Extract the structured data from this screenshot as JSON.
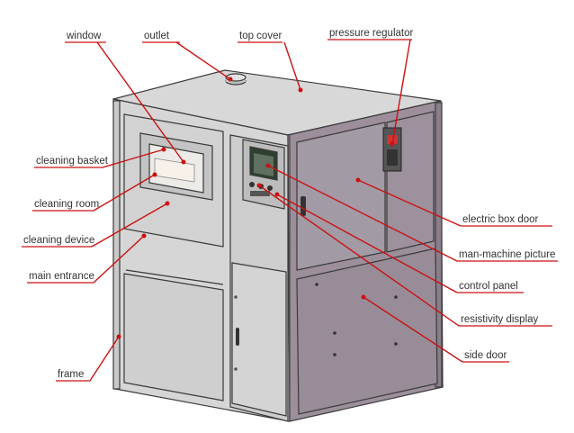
{
  "labels": {
    "window": "window",
    "outlet": "outlet",
    "top_cover": "top cover",
    "pressure_regulator": "pressure regulator",
    "cleaning_basket": "cleaning basket",
    "cleaning_room": "cleaning room",
    "cleaning_device": "cleaning device",
    "main_entrance": "main entrance",
    "frame": "frame",
    "electric_box_door": "electric box door",
    "man_machine_picture": "man-machine picture",
    "control_panel": "control panel",
    "resistivity_display": "resistivity display",
    "side_door": "side door"
  },
  "colors": {
    "leader": "#cc1111",
    "front_panel": "#d9d9d9",
    "side_panel": "#9a8d9a",
    "top_panel": "#d6d6d6"
  }
}
